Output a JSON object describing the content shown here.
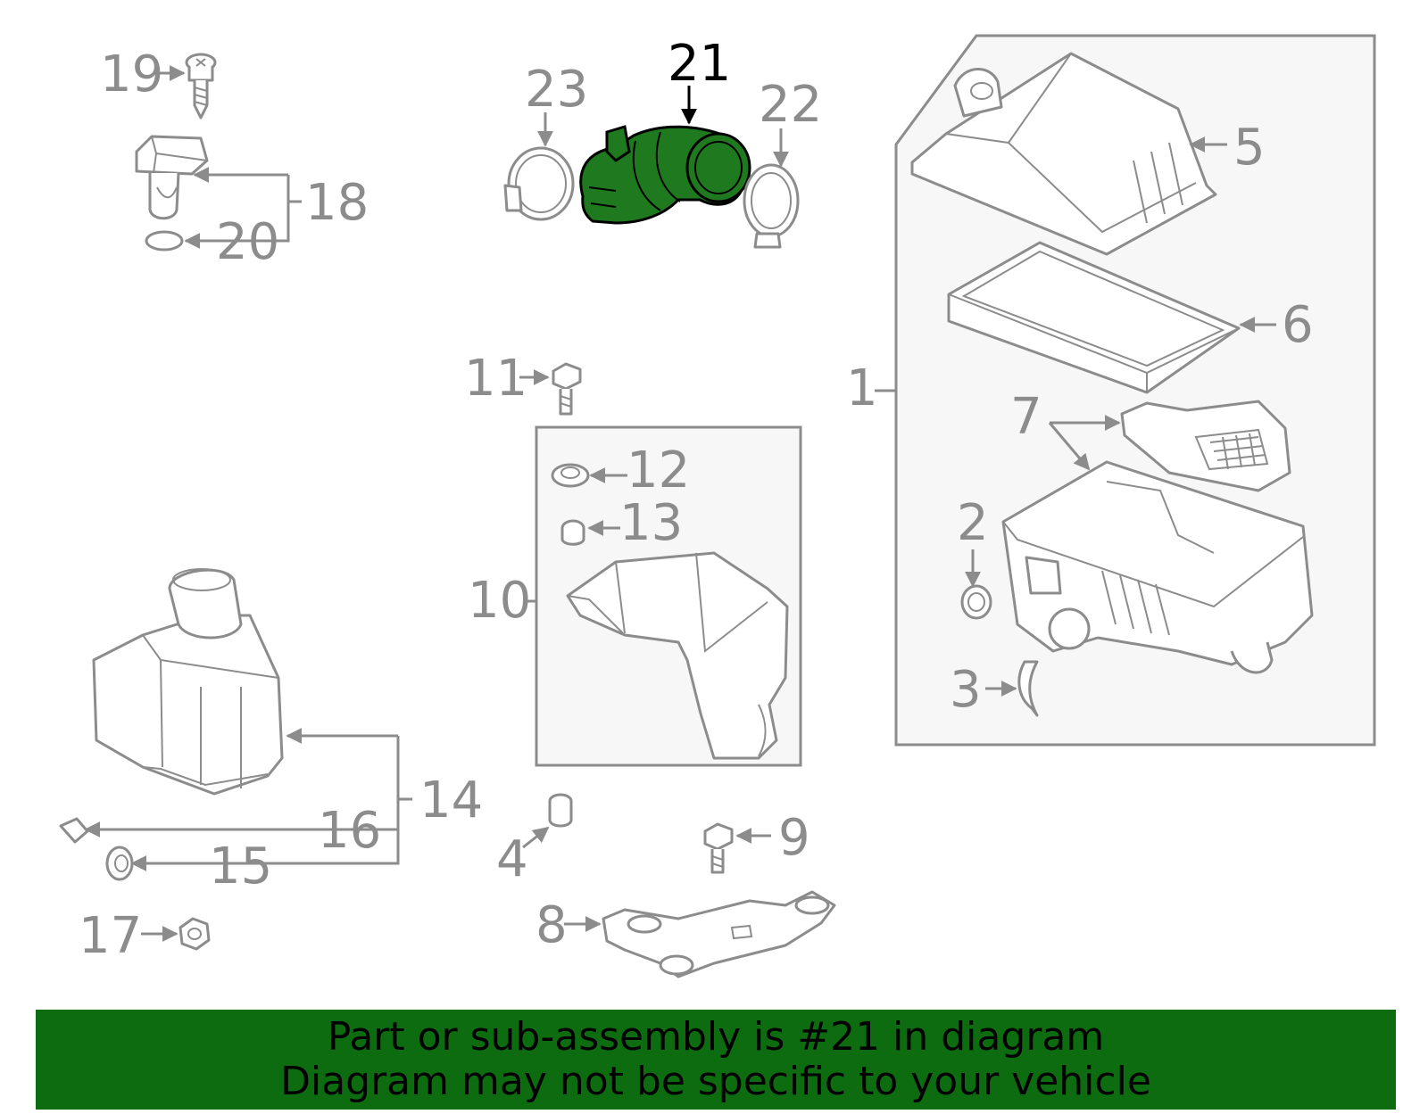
{
  "diagram": {
    "highlight_color": "#1f7a1f",
    "banner_color": "#0d6b10",
    "callouts": [
      {
        "id": "1",
        "label": "1"
      },
      {
        "id": "2",
        "label": "2"
      },
      {
        "id": "3",
        "label": "3"
      },
      {
        "id": "4",
        "label": "4"
      },
      {
        "id": "5",
        "label": "5"
      },
      {
        "id": "6",
        "label": "6"
      },
      {
        "id": "7",
        "label": "7"
      },
      {
        "id": "8",
        "label": "8"
      },
      {
        "id": "9",
        "label": "9"
      },
      {
        "id": "10",
        "label": "10"
      },
      {
        "id": "11",
        "label": "11"
      },
      {
        "id": "12",
        "label": "12"
      },
      {
        "id": "13",
        "label": "13"
      },
      {
        "id": "14",
        "label": "14"
      },
      {
        "id": "15",
        "label": "15"
      },
      {
        "id": "16",
        "label": "16"
      },
      {
        "id": "17",
        "label": "17"
      },
      {
        "id": "18",
        "label": "18"
      },
      {
        "id": "19",
        "label": "19"
      },
      {
        "id": "20",
        "label": "20"
      },
      {
        "id": "21",
        "label": "21",
        "highlighted": true
      },
      {
        "id": "22",
        "label": "22"
      },
      {
        "id": "23",
        "label": "23"
      }
    ]
  },
  "caption": {
    "line1": "Part or sub-assembly is #21 in diagram",
    "line2": "Diagram may not be specific to your vehicle"
  }
}
